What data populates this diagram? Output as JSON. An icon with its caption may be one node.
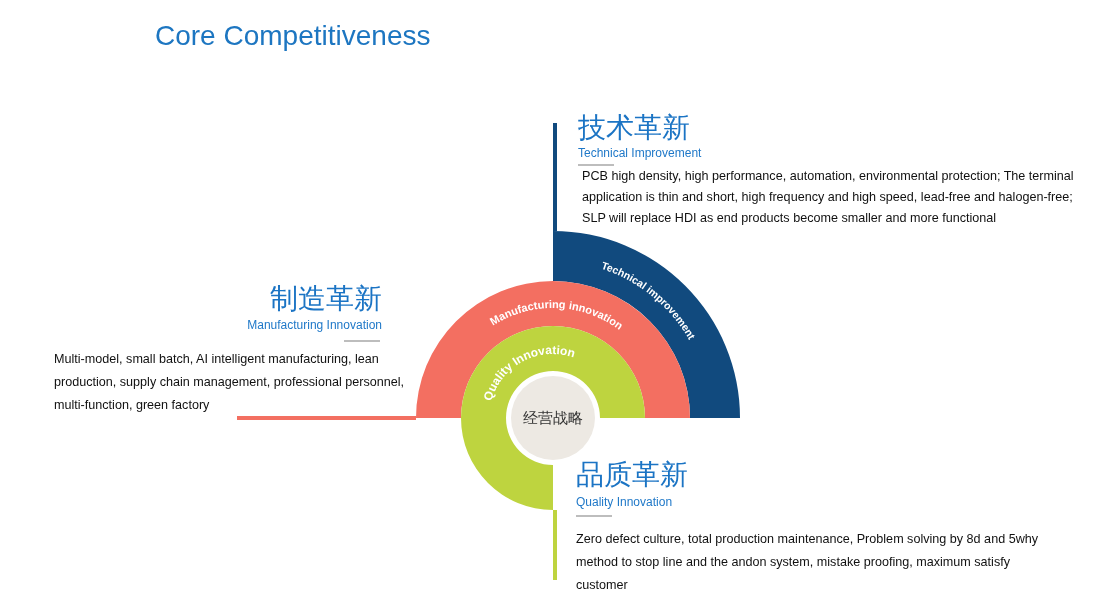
{
  "diagram": {
    "title": "Core Competitiveness",
    "nodes": [
      {
        "text": [
          "技术革新",
          "Technical Improvement",
          "PCB high density, high performance, automation, environmental protection; The terminal application is thin and short, high frequency and high speed, lead-free and halogen-free; SLP will replace HDI as end products become smaller and more functional"
        ]
      },
      {
        "text": [
          "Technical improvement"
        ]
      },
      {
        "text": [
          "制造革新",
          "Manufacturing Innovation",
          "Multi-model, small batch, AI intelligent manufacturing, lean production, supply chain management, professional personnel, multi-function, green factory"
        ]
      },
      {
        "text": [
          "Manufacturing innovation"
        ]
      },
      {
        "text": [
          "Quality Innovation"
        ]
      },
      {
        "text": [
          "经营战略"
        ]
      },
      {
        "text": [
          "品质革新",
          "Quality Innovation",
          "Zero defect culture, total production maintenance, Problem solving by 8d and 5why method to stop line and the andon system, mistake proofing, maximum satisfy customer"
        ]
      }
    ],
    "edges": [
      {
        "from": 1,
        "to": 0,
        "arrow": "none",
        "color": "#114a7e"
      },
      {
        "from": 3,
        "to": 2,
        "arrow": "none",
        "color": "#f36f61"
      },
      {
        "from": 4,
        "to": 6,
        "arrow": "none",
        "color": "#bed43f"
      }
    ]
  }
}
